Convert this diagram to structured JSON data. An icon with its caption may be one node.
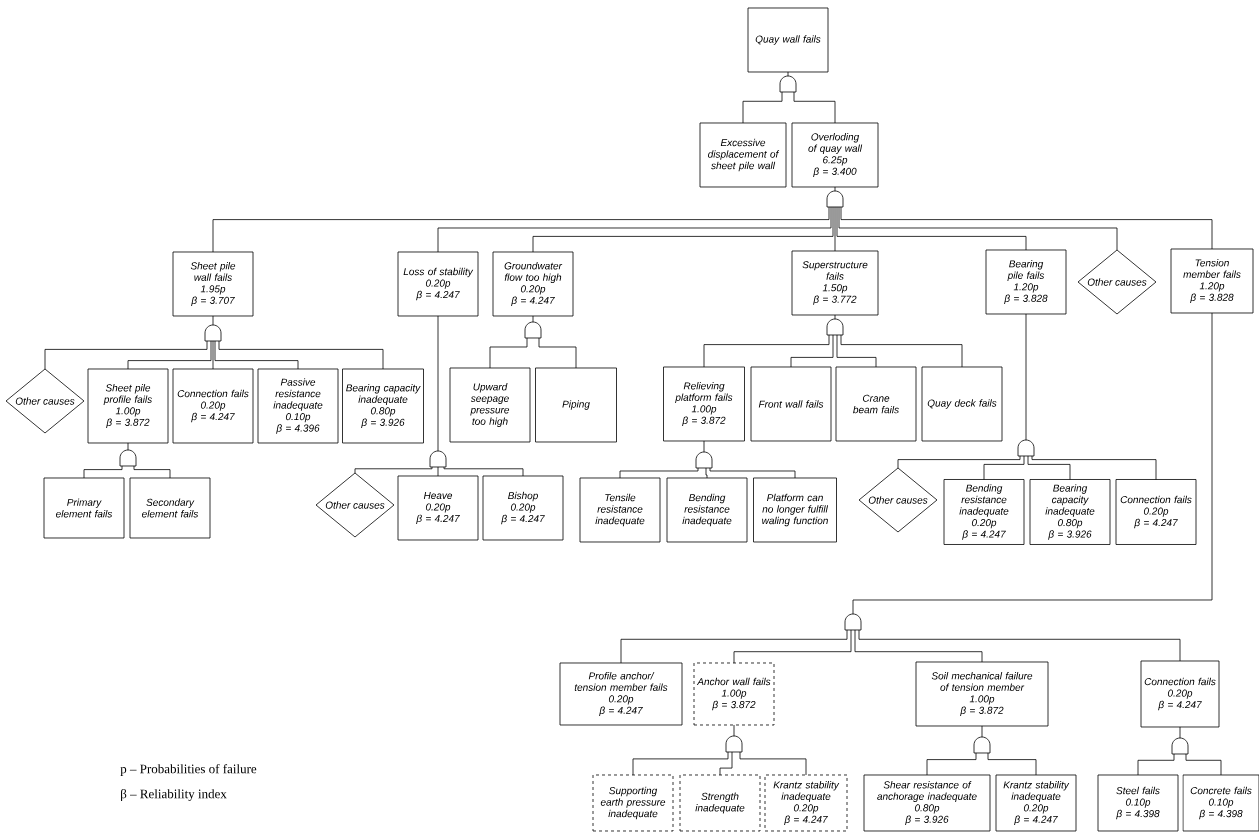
{
  "diagram": {
    "nodes": [
      {
        "text": [
          "Quay wall fails"
        ]
      },
      {
        "text": [
          "Excessive displacement of sheet pile wall"
        ]
      },
      {
        "text": [
          "Overloding of quay wall",
          "6.25p",
          "β = 3.400"
        ]
      },
      {
        "text": [
          "Sheet pile wall fails",
          "1.95p",
          "β = 3.707"
        ]
      },
      {
        "text": [
          "Loss of stability",
          "0.20p",
          "β = 4.247"
        ]
      },
      {
        "text": [
          "Groundwater flow too high",
          "0.20p",
          "β = 4.247"
        ]
      },
      {
        "text": [
          "Superstructure fails",
          "1.50p",
          "β = 3.772"
        ]
      },
      {
        "text": [
          "Bearing pile fails",
          "1.20p",
          "β = 3.828"
        ]
      },
      {
        "text": [
          "Other causes"
        ]
      },
      {
        "text": [
          "Tension member fails",
          "1.20p",
          "β = 3.828"
        ]
      },
      {
        "text": [
          "Other causes"
        ]
      },
      {
        "text": [
          "Sheet pile profile fails",
          "1.00p",
          "β = 3.872"
        ]
      },
      {
        "text": [
          "Connection fails",
          "0.20p",
          "β = 4.247"
        ]
      },
      {
        "text": [
          "Passive resistance inadequate",
          "0.10p",
          "β = 4.396"
        ]
      },
      {
        "text": [
          "Bearing capacity inadequate",
          "0.80p",
          "β = 3.926"
        ]
      },
      {
        "text": [
          "Primary element fails"
        ]
      },
      {
        "text": [
          "Secondary element fails"
        ]
      },
      {
        "text": [
          "Other causes"
        ]
      },
      {
        "text": [
          "Heave",
          "0.20p",
          "β = 4.247"
        ]
      },
      {
        "text": [
          "Bishop",
          "0.20p",
          "β = 4.247"
        ]
      },
      {
        "text": [
          "Upward seepage pressure too high"
        ]
      },
      {
        "text": [
          "Piping"
        ]
      },
      {
        "text": [
          "Relieving platform fails",
          "1.00p",
          "β = 3.872"
        ]
      },
      {
        "text": [
          "Front wall fails"
        ]
      },
      {
        "text": [
          "Crane beam fails"
        ]
      },
      {
        "text": [
          "Quay deck fails"
        ]
      },
      {
        "text": [
          "Tensile resistance inadequate"
        ]
      },
      {
        "text": [
          "Bending resistance inadequate"
        ]
      },
      {
        "text": [
          "Platform can no longer fulfill waling function"
        ]
      },
      {
        "text": [
          "Other causes"
        ]
      },
      {
        "text": [
          "Bending resistance inadequate",
          "0.20p",
          "β = 4.247"
        ]
      },
      {
        "text": [
          "Bearing capacity inadequate",
          "0.80p",
          "β = 3.926"
        ]
      },
      {
        "text": [
          "Connection fails",
          "0.20p",
          "β = 4.247"
        ]
      },
      {
        "text": [
          "Profile anchor/ tension member fails",
          "0.20p",
          "β = 4.247"
        ]
      },
      {
        "text": [
          "Anchor wall fails",
          "1.00p",
          "β = 3.872"
        ]
      },
      {
        "text": [
          "Soil mechanical failure of tension member",
          "1.00p",
          "β = 3.872"
        ]
      },
      {
        "text": [
          "Connection fails",
          "0.20p",
          "β = 4.247"
        ]
      },
      {
        "text": [
          "Supporting earth pressure inadequate"
        ]
      },
      {
        "text": [
          "Strength inadequate"
        ]
      },
      {
        "text": [
          "Krantz stability inadequate",
          "0.20p",
          "β = 4.247"
        ]
      },
      {
        "text": [
          "Shear resistance of anchorage inadequate",
          "0.80p",
          "β = 3.926"
        ]
      },
      {
        "text": [
          "Krantz stability inadequate",
          "0.20p",
          "β = 4.247"
        ]
      },
      {
        "text": [
          "Steel fails",
          "0.10p",
          "β = 4.398"
        ]
      },
      {
        "text": [
          "Concrete fails",
          "0.10p",
          "β = 4.398"
        ]
      },
      {
        "text": [],
        "shape": "gate"
      },
      {
        "text": [],
        "shape": "gate"
      },
      {
        "text": [],
        "shape": "gate"
      },
      {
        "text": [],
        "shape": "gate"
      },
      {
        "text": [],
        "shape": "gate"
      },
      {
        "text": [],
        "shape": "gate"
      },
      {
        "text": [],
        "shape": "gate"
      },
      {
        "text": [],
        "shape": "gate"
      },
      {
        "text": [],
        "shape": "gate"
      },
      {
        "text": [],
        "shape": "gate"
      },
      {
        "text": [],
        "shape": "gate"
      },
      {
        "text": [],
        "shape": "gate"
      },
      {
        "text": [],
        "shape": "gate"
      }
    ],
    "edges": [
      {
        "from": 0,
        "to": 44,
        "arrow": "none"
      },
      {
        "from": 44,
        "to": 1,
        "arrow": "none"
      },
      {
        "from": 44,
        "to": 2,
        "arrow": "none"
      },
      {
        "from": 2,
        "to": 45,
        "arrow": "none"
      },
      {
        "from": 45,
        "to": 3,
        "arrow": "none"
      },
      {
        "from": 45,
        "to": 4,
        "arrow": "none"
      },
      {
        "from": 45,
        "to": 5,
        "arrow": "none"
      },
      {
        "from": 45,
        "to": 6,
        "arrow": "none"
      },
      {
        "from": 45,
        "to": 7,
        "arrow": "none"
      },
      {
        "from": 45,
        "to": 8,
        "arrow": "none"
      },
      {
        "from": 45,
        "to": 9,
        "arrow": "none"
      },
      {
        "from": 3,
        "to": 46,
        "arrow": "none"
      },
      {
        "from": 46,
        "to": 10,
        "arrow": "none"
      },
      {
        "from": 46,
        "to": 11,
        "arrow": "none"
      },
      {
        "from": 46,
        "to": 12,
        "arrow": "none"
      },
      {
        "from": 46,
        "to": 13,
        "arrow": "none"
      },
      {
        "from": 46,
        "to": 14,
        "arrow": "none"
      },
      {
        "from": 11,
        "to": 47,
        "arrow": "none"
      },
      {
        "from": 47,
        "to": 15,
        "arrow": "none"
      },
      {
        "from": 47,
        "to": 16,
        "arrow": "none"
      },
      {
        "from": 4,
        "to": 48,
        "arrow": "none"
      },
      {
        "from": 48,
        "to": 17,
        "arrow": "none"
      },
      {
        "from": 48,
        "to": 18,
        "arrow": "none"
      },
      {
        "from": 48,
        "to": 19,
        "arrow": "none"
      },
      {
        "from": 5,
        "to": 49,
        "arrow": "none"
      },
      {
        "from": 49,
        "to": 20,
        "arrow": "none"
      },
      {
        "from": 49,
        "to": 21,
        "arrow": "none"
      },
      {
        "from": 6,
        "to": 50,
        "arrow": "none"
      },
      {
        "from": 50,
        "to": 22,
        "arrow": "none"
      },
      {
        "from": 50,
        "to": 23,
        "arrow": "none"
      },
      {
        "from": 50,
        "to": 24,
        "arrow": "none"
      },
      {
        "from": 50,
        "to": 25,
        "arrow": "none"
      },
      {
        "from": 22,
        "to": 51,
        "arrow": "none"
      },
      {
        "from": 51,
        "to": 26,
        "arrow": "none"
      },
      {
        "from": 51,
        "to": 27,
        "arrow": "none"
      },
      {
        "from": 51,
        "to": 28,
        "arrow": "none"
      },
      {
        "from": 7,
        "to": 52,
        "arrow": "none"
      },
      {
        "from": 52,
        "to": 29,
        "arrow": "none"
      },
      {
        "from": 52,
        "to": 30,
        "arrow": "none"
      },
      {
        "from": 52,
        "to": 31,
        "arrow": "none"
      },
      {
        "from": 52,
        "to": 32,
        "arrow": "none"
      },
      {
        "from": 9,
        "to": 53,
        "arrow": "none"
      },
      {
        "from": 53,
        "to": 33,
        "arrow": "none"
      },
      {
        "from": 53,
        "to": 34,
        "arrow": "none"
      },
      {
        "from": 53,
        "to": 35,
        "arrow": "none"
      },
      {
        "from": 53,
        "to": 36,
        "arrow": "none"
      },
      {
        "from": 34,
        "to": 54,
        "arrow": "none"
      },
      {
        "from": 54,
        "to": 37,
        "arrow": "none"
      },
      {
        "from": 54,
        "to": 38,
        "arrow": "none"
      },
      {
        "from": 54,
        "to": 39,
        "arrow": "none"
      },
      {
        "from": 35,
        "to": 55,
        "arrow": "none"
      },
      {
        "from": 55,
        "to": 40,
        "arrow": "none"
      },
      {
        "from": 55,
        "to": 41,
        "arrow": "none"
      },
      {
        "from": 36,
        "to": 56,
        "arrow": "none"
      },
      {
        "from": 56,
        "to": 42,
        "arrow": "none"
      },
      {
        "from": 56,
        "to": 43,
        "arrow": "none"
      }
    ],
    "labels": [
      "p – Probabilities of failure",
      "β – Reliability index"
    ]
  }
}
